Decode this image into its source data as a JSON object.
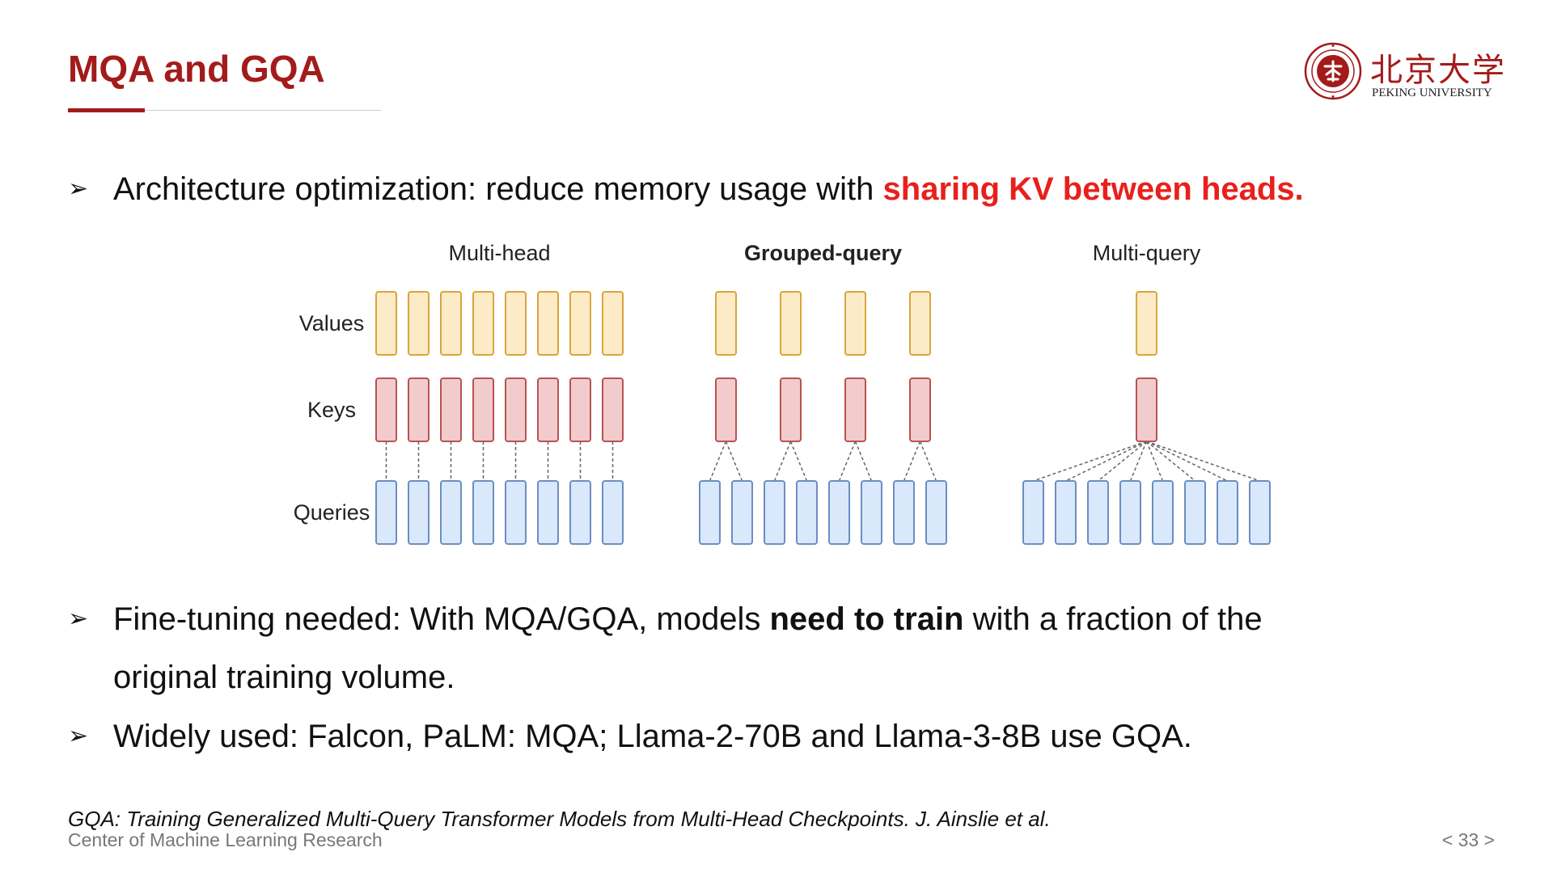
{
  "slide": {
    "title": "MQA and GQA",
    "logo": {
      "chinese_name": "北京大学",
      "english_name": "PEKING UNIVERSITY"
    },
    "bullets": [
      {
        "arrow": "➢",
        "text_before": "Architecture optimization: reduce memory usage with ",
        "emphasis": "sharing KV between heads."
      },
      {
        "arrow": "➢",
        "text_before": "Fine-tuning needed: With MQA/GQA, models ",
        "emphasis": "need to train",
        "text_after": " with a fraction of the",
        "continuation": "original training volume."
      },
      {
        "arrow": "➢",
        "text": "Widely used: Falcon, PaLM: MQA; Llama-2-70B and Llama-3-8B use GQA."
      }
    ],
    "citation": "GQA: Training Generalized Multi-Query Transformer Models from Multi-Head Checkpoints. J. Ainslie et al.",
    "footer_left": "Center of Machine Learning Research",
    "footer_right": "< 33 >"
  },
  "diagram": {
    "row_labels": [
      "Values",
      "Keys",
      "Queries"
    ],
    "groups": [
      {
        "label": "Multi-head",
        "bold": false,
        "query_heads": 8,
        "kv_heads": 8
      },
      {
        "label": "Grouped-query",
        "bold": true,
        "query_heads": 8,
        "kv_heads": 4
      },
      {
        "label": "Multi-query",
        "bold": false,
        "query_heads": 8,
        "kv_heads": 1
      }
    ],
    "colors": {
      "values_fill": "#fdebc8",
      "values_stroke": "#d7a63b",
      "keys_fill": "#f2cccc",
      "keys_stroke": "#b85450",
      "queries_fill": "#dae8fc",
      "queries_stroke": "#6c8ebf",
      "connector": "#666666",
      "accent": "#a31b1b",
      "highlight": "#e8201c"
    }
  }
}
